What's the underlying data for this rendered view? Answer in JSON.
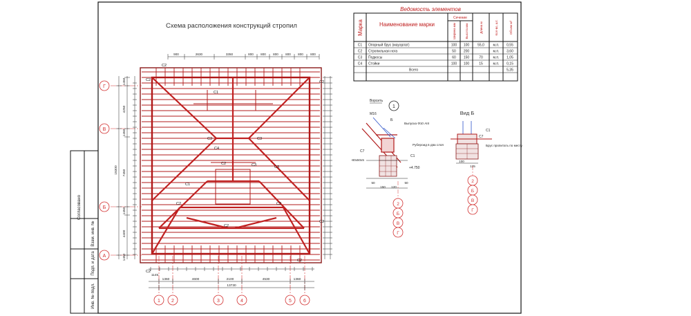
{
  "drawing": {
    "title": "Схема расположения конструкций стропил",
    "colors": {
      "frame": "#111111",
      "rafter": "#b01818",
      "hip": "#c02020",
      "wall": "#8a1a1a",
      "axis": "#d23030",
      "dim": "#222222"
    }
  },
  "side_stamp": {
    "cells": [
      "Взам. инв. №",
      "Подп. и дата",
      "Инв. № подл.",
      "Согласовано"
    ]
  },
  "schedule": {
    "title": "Ведомость элементов",
    "col_mark": "Марка",
    "col_name": "Наименование марки",
    "col_section": "Сечение",
    "col_width": "Ширина мм",
    "col_height": "Высота мм",
    "col_length": "Длина м",
    "col_qty": "Кол-во, шт.",
    "col_volume": "Объем м³",
    "rows": [
      {
        "mark": "С1",
        "name": "Опорный брус (мауэрлат)",
        "w": "100",
        "h": "100",
        "len": "55,0",
        "unit": "м.п.",
        "vol": "0,55"
      },
      {
        "mark": "С2",
        "name": "Стропильная нога",
        "w": "50",
        "h": "200",
        "len": "",
        "unit": "м.п.",
        "vol": "3,60"
      },
      {
        "mark": "С3",
        "name": "Подкосы",
        "w": "60",
        "h": "150",
        "len": "70",
        "unit": "м.п.",
        "vol": "1,05"
      },
      {
        "mark": "С4",
        "name": "Стойки",
        "w": "100",
        "h": "100",
        "len": "15",
        "unit": "м.п.",
        "vol": "0,15"
      }
    ],
    "total_label": "Всего",
    "total_vol": "5,35"
  },
  "plan": {
    "top_dims": [
      "900",
      "2630",
      "3350",
      "800",
      "800",
      "800",
      "800",
      "800",
      "800"
    ],
    "bottom_dims": [
      "1360",
      "4600",
      "2100",
      "4530",
      "1360"
    ],
    "bottom_total": "13730",
    "bottom_small": "1145",
    "left_dims": [
      "1450",
      "4250",
      "1450",
      "7450",
      "1450",
      "4400",
      "1450"
    ],
    "left_total": "19300",
    "axes_letters": [
      "Г",
      "В",
      "Б",
      "А"
    ],
    "axes_numbers": [
      "1",
      "2",
      "3",
      "4",
      "5",
      "6"
    ],
    "labels": {
      "c1": "С1",
      "c2": "С2",
      "c3": "С3",
      "c4": "С4"
    }
  },
  "detail1": {
    "number": "1",
    "label_b": "Б",
    "scrape": "Ворсить",
    "bolt": "М16",
    "release": "Выпуска Ф10 АIII",
    "ruberoid": "Рубероид в два слоя",
    "c1": "С1",
    "c7": "С7",
    "mark_slab": "-80х50х5",
    "level": "+4.750",
    "dims": [
      "50",
      "150",
      "120",
      "50"
    ],
    "axes": [
      "2",
      "Б",
      "В",
      "Г"
    ]
  },
  "detail2": {
    "title": "Вид Б",
    "c1": "С1",
    "c7": "С7",
    "note": "Брус пропитать по месту",
    "dims": [
      "100",
      "125"
    ],
    "axes": [
      "2",
      "Б",
      "В",
      "Г"
    ]
  }
}
